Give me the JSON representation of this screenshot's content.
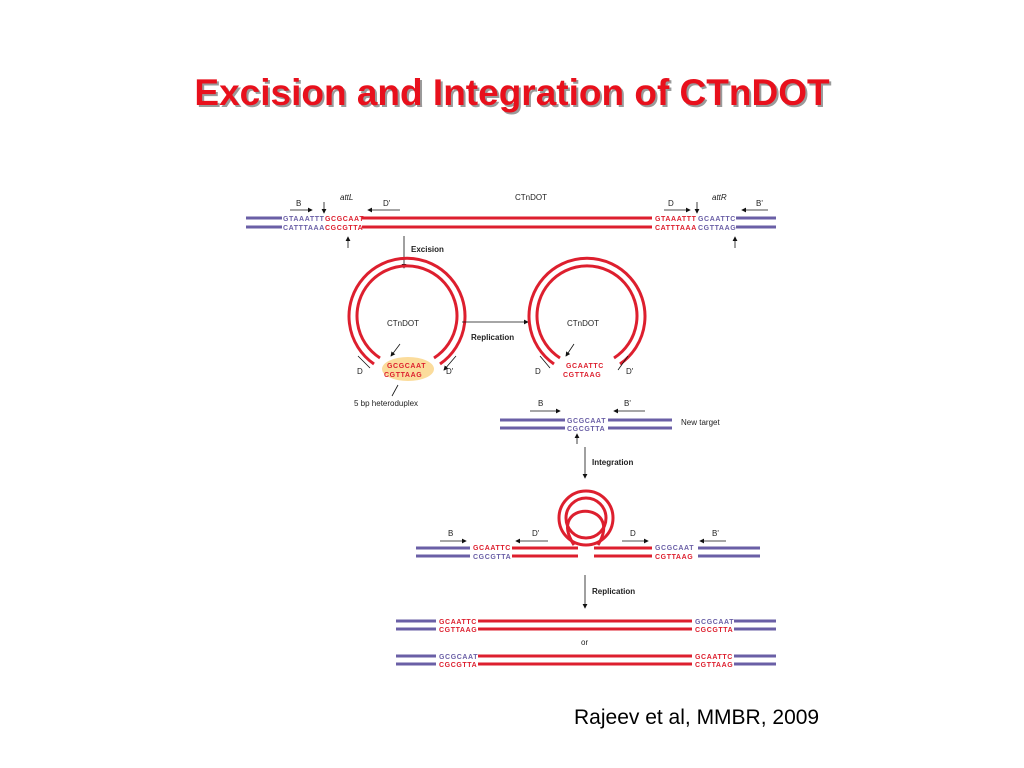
{
  "title": "Excision and Integration of CTnDOT",
  "citation": "Rajeev et al, MMBR, 2009",
  "colors": {
    "title": "#e8101c",
    "dna_red": "#dd1f2e",
    "dna_blue": "#6a5fa6",
    "highlight": "#f7c04a"
  },
  "top": {
    "attL": "attL",
    "attR": "attR",
    "element": "CTnDOT",
    "B": "B",
    "D_prime": "D'",
    "D": "D",
    "B_prime": "B'",
    "left_top_blue": "GTAAATTT",
    "left_top_red": "GCGCAAT",
    "left_bot_blue": "CATTTAAA",
    "left_bot_red": "CGCGTTA",
    "right_top_blue": "GTAAATTT",
    "right_top_red": "GCAATTC",
    "right_bot_blue": "CATTTAAA",
    "right_bot_red": "CGTTAAG"
  },
  "steps": {
    "excision": "Excision",
    "replication": "Replication",
    "integration": "Integration",
    "replication2": "Replication"
  },
  "circle1": {
    "label": "CTnDOT",
    "seq_top": "GCGCAAT",
    "seq_bot": "CGTTAAG",
    "D": "D",
    "D_prime": "D'",
    "note": "5 bp heteroduplex"
  },
  "circle2": {
    "label": "CTnDOT",
    "seq_top": "GCAATTC",
    "seq_bot": "CGTTAAG",
    "D": "D",
    "D_prime": "D'"
  },
  "target": {
    "B": "B",
    "B_prime": "B'",
    "seq_top": "GCGCAAT",
    "seq_bot": "CGCGTTA",
    "label": "New target"
  },
  "integrated": {
    "B": "B",
    "D_prime": "D'",
    "D": "D",
    "B_prime": "B'",
    "left_top": "GCAATTC",
    "left_bot": "CGCGTTA",
    "right_top": "GCGCAAT",
    "right_bot": "CGTTAAG"
  },
  "products": {
    "p1_left_top": "GCAATTC",
    "p1_left_bot": "CGTTAAG",
    "p1_right_top": "GCGCAAT",
    "p1_right_bot": "CGCGTTA",
    "or": "or",
    "p2_left_top": "GCGCAAT",
    "p2_left_bot": "CGCGTTA",
    "p2_right_top": "GCAATTC",
    "p2_right_bot": "CGTTAAG"
  }
}
